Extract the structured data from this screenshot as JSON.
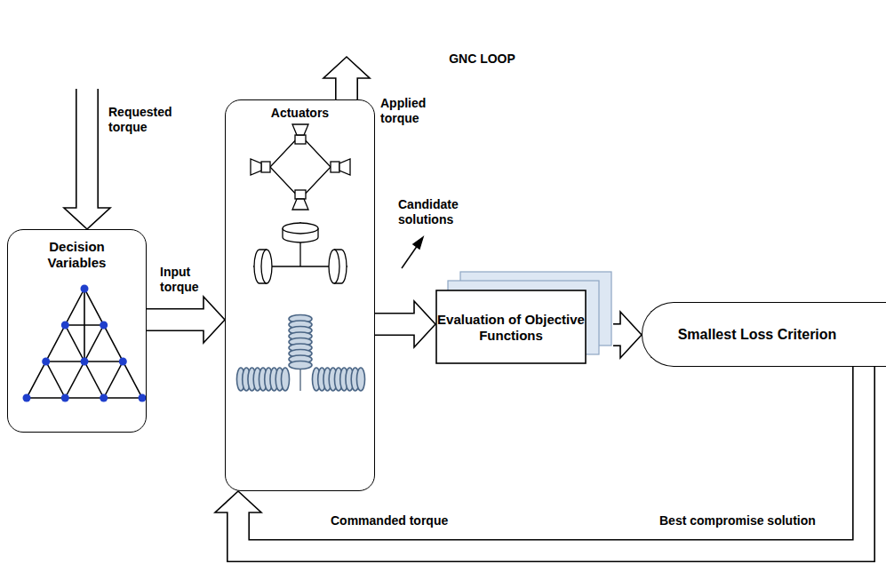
{
  "diagram": {
    "nodes": [
      {
        "text": [
          "GNC LOOP"
        ]
      },
      {
        "text": [
          "Decision Variables"
        ]
      },
      {
        "text": [
          "Actuators"
        ]
      },
      {
        "text": [
          "Evaluation of Objective Functions"
        ]
      },
      {
        "text": [
          "Smallest Loss Criterion"
        ]
      }
    ],
    "edges": [
      {
        "from": 0,
        "to": 1,
        "arrow": "to",
        "label": "Requested torque"
      },
      {
        "from": 2,
        "to": 0,
        "arrow": "to",
        "label": "Applied torque"
      },
      {
        "from": 1,
        "to": 2,
        "arrow": "to",
        "label": "Input torque"
      },
      {
        "from": 2,
        "to": 3,
        "arrow": "to",
        "label": "Candidate solutions"
      },
      {
        "from": 3,
        "to": 4,
        "arrow": "to"
      },
      {
        "from": 4,
        "to": 2,
        "arrow": "to",
        "label": "Best compromise solution"
      }
    ],
    "labels": [
      "Commanded torque"
    ]
  }
}
